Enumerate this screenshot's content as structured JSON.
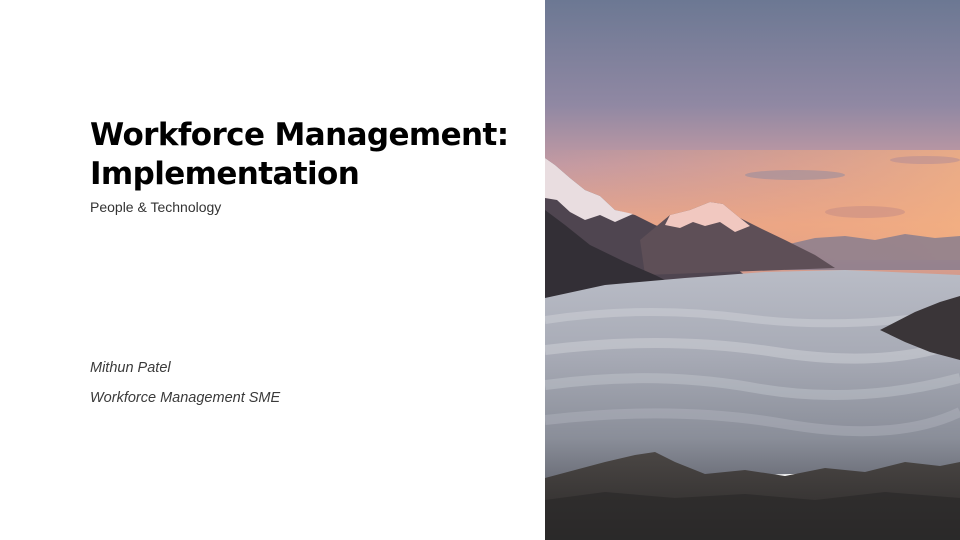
{
  "slide": {
    "title_line1": "Workforce Management:",
    "title_line2": "Implementation",
    "subtitle": "People & Technology",
    "author": "Mithun Patel",
    "role": "Workforce Management SME"
  },
  "image": {
    "subject": "mountains-above-sea-of-clouds-at-sunset",
    "colors": {
      "sky_top": "#6f7b95",
      "sky_mid": "#a792a6",
      "sky_glow": "#e8a285",
      "clouds": "#c9ccd3",
      "rock": "#3d3a3d"
    }
  }
}
